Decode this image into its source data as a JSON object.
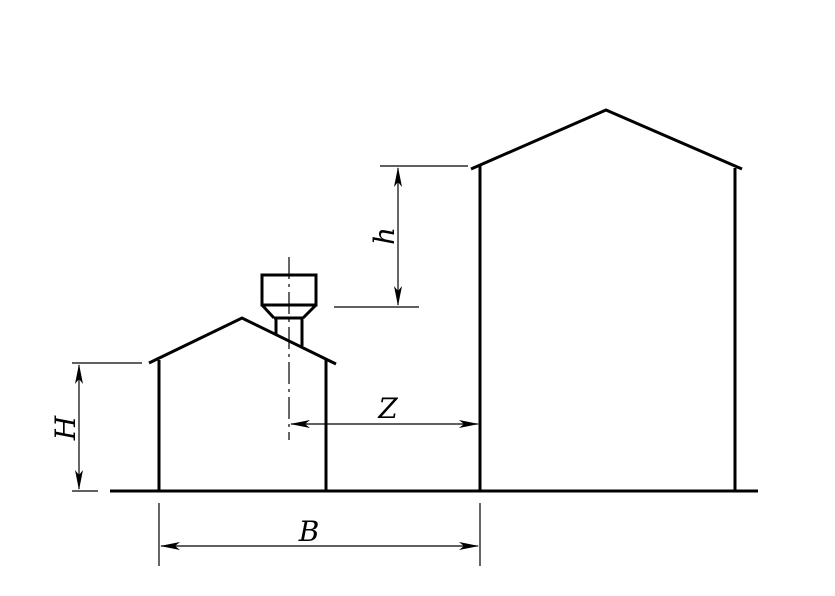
{
  "labels": {
    "h": "h",
    "H": "H",
    "Z": "Z",
    "B": "B"
  }
}
